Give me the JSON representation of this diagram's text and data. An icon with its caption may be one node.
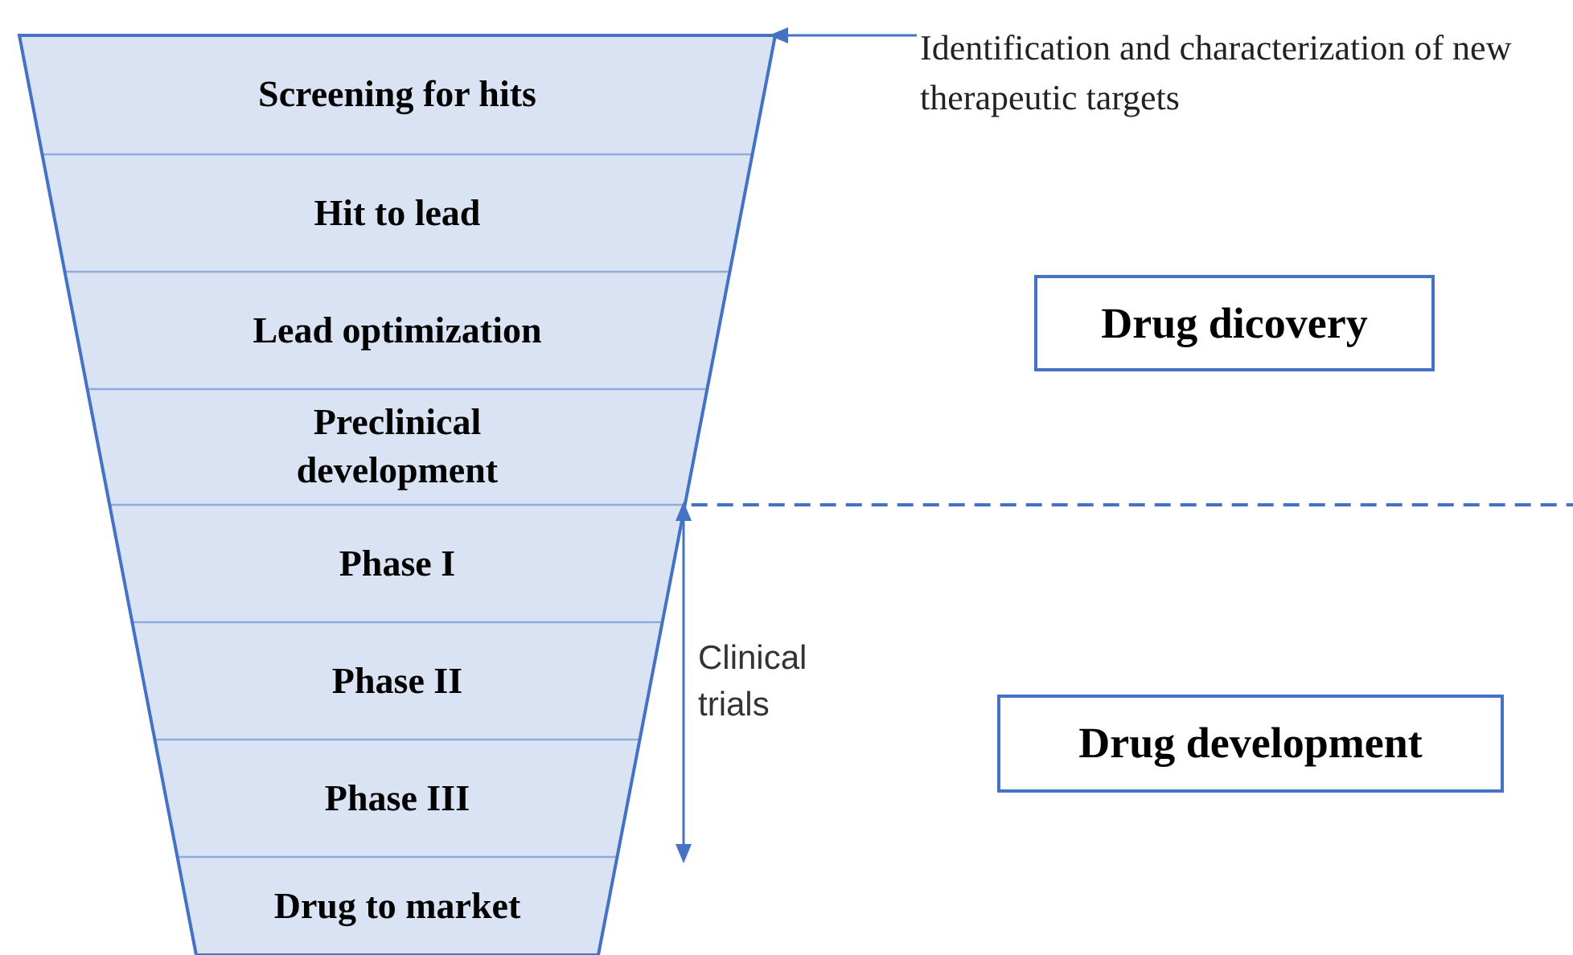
{
  "diagram": {
    "nodes": [
      {
        "text": [
          "Screening for hits"
        ]
      },
      {
        "text": [
          "Hit to lead"
        ]
      },
      {
        "text": [
          "Lead optimization"
        ]
      },
      {
        "text": [
          "Preclinical development"
        ]
      },
      {
        "text": [
          "Phase I"
        ]
      },
      {
        "text": [
          "Phase II"
        ]
      },
      {
        "text": [
          "Phase III"
        ]
      },
      {
        "text": [
          "Drug to market"
        ]
      },
      {
        "text": [
          "Identification and characterization of new therapeutic targets"
        ]
      },
      {
        "text": [
          "Drug dicovery"
        ]
      },
      {
        "text": [
          "Drug development"
        ]
      }
    ],
    "edges": [
      {
        "from": 8,
        "to": 0,
        "arrow": "to"
      }
    ],
    "labels": [
      "Clinical trials"
    ]
  }
}
